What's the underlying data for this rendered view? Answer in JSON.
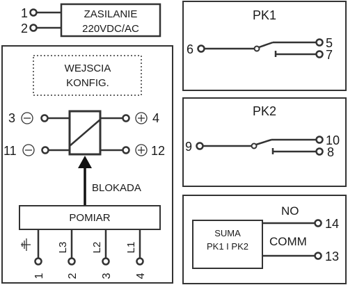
{
  "power": {
    "label_line1": "ZASILANIE",
    "label_line2": "220VDC/AC",
    "pin1": "1",
    "pin2": "2"
  },
  "main_block": {
    "config_line1": "WEJSCIA",
    "config_line2": "KONFIG.",
    "pin_left_top": "3",
    "pin_right_top": "4",
    "pin_left_bottom": "11",
    "pin_right_bottom": "12",
    "blocking_label": "BLOKADA",
    "measurement_label": "POMIAR",
    "bottom_pins": [
      {
        "number": "1",
        "label": ""
      },
      {
        "number": "2",
        "label": "L3"
      },
      {
        "number": "3",
        "label": "L2"
      },
      {
        "number": "4",
        "label": "L1"
      }
    ]
  },
  "relay_pk1": {
    "title": "PK1",
    "common_pin": "6",
    "no_pin": "5",
    "nc_pin": "7"
  },
  "relay_pk2": {
    "title": "PK2",
    "common_pin": "9",
    "no_pin": "10",
    "nc_pin": "8"
  },
  "sum_block": {
    "label_line1": "SUMA",
    "label_line2": "PK1 I PK2",
    "no_label": "NO",
    "comm_label": "COMM",
    "no_pin": "14",
    "comm_pin": "13"
  }
}
